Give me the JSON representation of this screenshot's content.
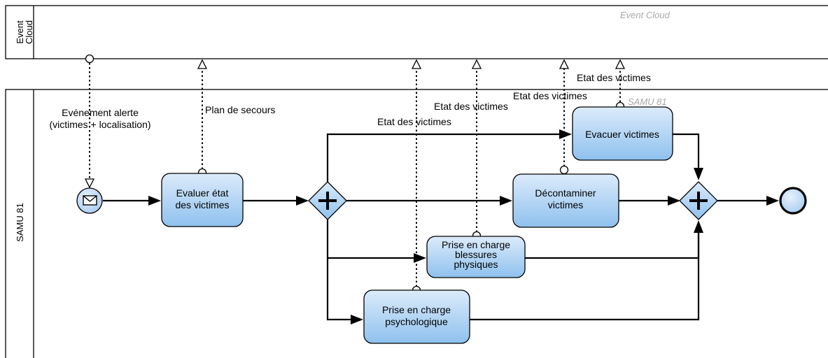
{
  "pools": {
    "event_cloud": {
      "name": "Event\nCloud",
      "watermark": "Event Cloud"
    },
    "samu": {
      "name": "SAMU 81",
      "watermark": "SAMU 81"
    }
  },
  "tasks": {
    "evaluer": "Evaluer état\ndes victimes",
    "evacuer": "Evacuer victimes",
    "decontaminer": "Décontaminer\nvictimes",
    "blessures": "Prise en charge\nblessures\nphysiques",
    "psycho": "Prise en charge\npsychologique"
  },
  "messages": {
    "alerte": "Evénement alerte\n(victimes + localisation)",
    "plan": "Plan de secours",
    "etat_1": "Etat des victimes",
    "etat_2": "Etat des victimes",
    "etat_3": "Etat des victimes",
    "etat_4": "Etat des victimes"
  },
  "colors": {
    "task_fill_top": "#dcebfb",
    "task_fill_bottom": "#8ec1ee",
    "event_fill": "#bcd8f3"
  },
  "icons": {
    "start_event": "envelope-icon",
    "gateway": "parallel-plus-icon",
    "end_event": "end-circle-icon"
  }
}
